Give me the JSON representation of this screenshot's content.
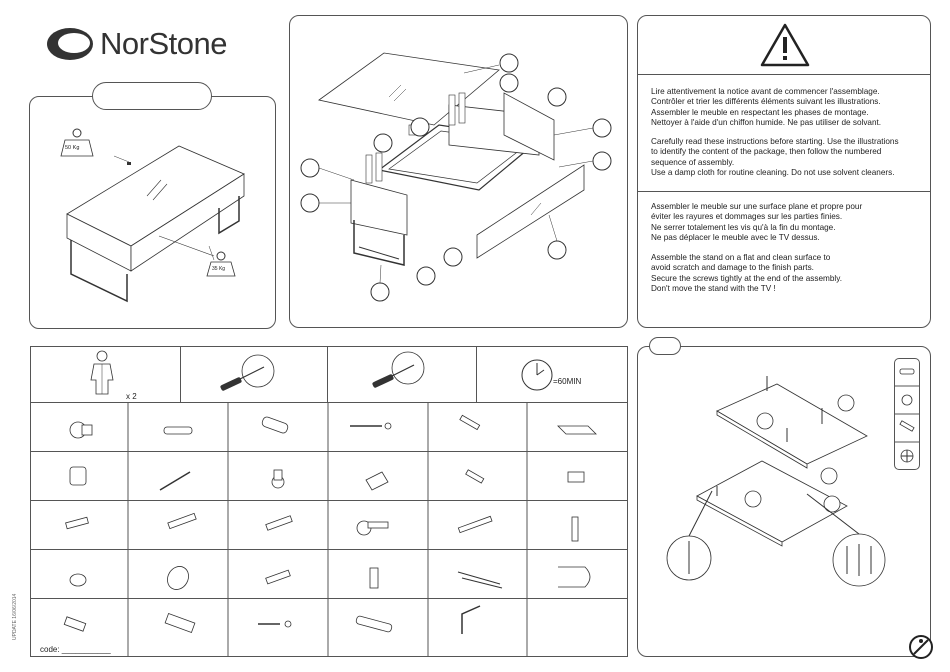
{
  "brand": {
    "name": "NorStone"
  },
  "weights": {
    "top_max": "50 Kg",
    "shelf_max": "35 Kg"
  },
  "warnings": {
    "fr_1": [
      "Lire attentivement la notice avant de commencer l'assemblage.",
      "Contrôler et trier les différents éléments suivant les illustrations.",
      "Assembler le meuble en respectant les phases de montage.",
      "Nettoyer à l'aide d'un chiffon humide. Ne pas utiliser de solvant."
    ],
    "en_1": [
      "Carefully read these instructions before starting. Use the illustrations",
      "to identify the content of the package, then follow the numbered",
      "sequence of assembly.",
      "Use a damp cloth for routine cleaning. Do not use solvent cleaners."
    ],
    "fr_2": [
      "Assembler le meuble sur une surface plane et propre pour",
      "éviter les rayures et dommages sur les parties finies.",
      "Ne serrer totalement les vis qu'à la fin du montage.",
      "Ne pas déplacer le meuble avec le TV dessus."
    ],
    "en_2": [
      "Assemble the stand on a flat and clean surface to",
      "avoid scratch and damage to the finish parts.",
      "Secure the screws tightly at the end of the assembly.",
      "Don't move the stand with the TV !"
    ]
  },
  "tools": {
    "people_count": "x 2",
    "time": "=60MIN"
  },
  "footer": {
    "code_label": "code: ___________",
    "side_note": "UPDATE 16/06/2014"
  },
  "icons": [
    "warning-triangle-icon",
    "stopwatch-icon",
    "screwdriver-icon",
    "wrench-icon"
  ]
}
